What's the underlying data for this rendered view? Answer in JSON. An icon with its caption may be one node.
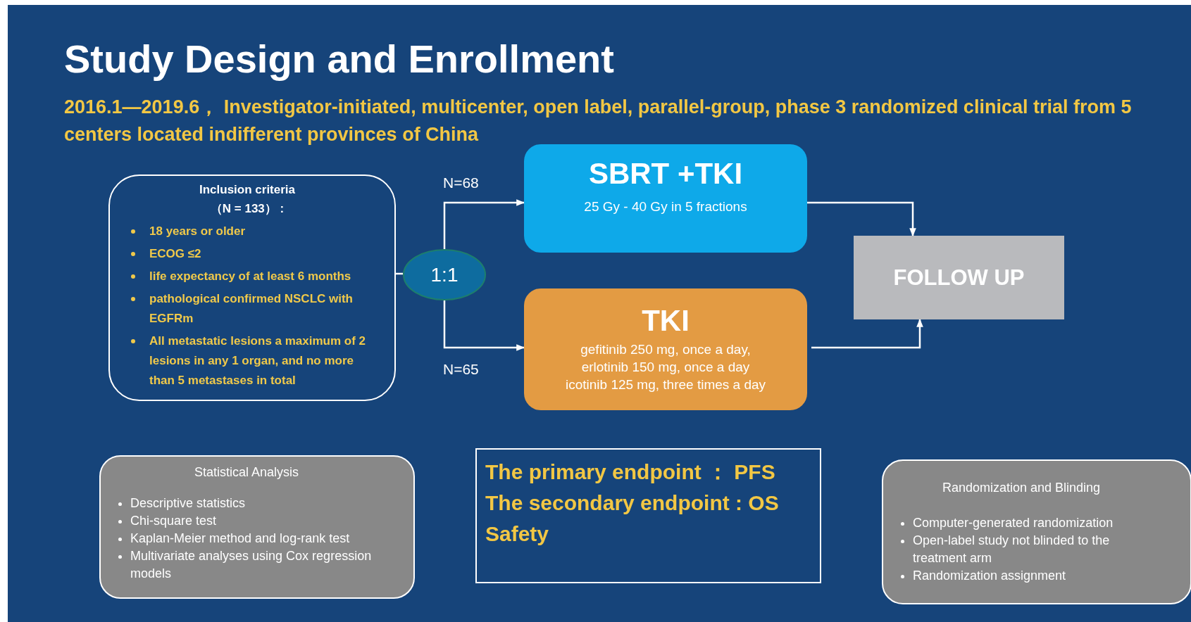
{
  "diagram": {
    "title": "Study Design and Enrollment",
    "caption": "2016.1—2019.6，  Investigator-initiated, multicenter, open label, parallel-group, phase 3 randomized clinical trial from 5 centers located indifferent provinces of China",
    "nodes": [
      {
        "text": [
          "Inclusion criteria",
          "（N = 133）  :",
          "18 years or older",
          "ECOG ≤2",
          "life expectancy of at least 6 months",
          "pathological confirmed NSCLC with EGFRm",
          "All metastatic lesions  a maximum of 2 lesions in any 1 organ, and no more than 5 metastases in total"
        ]
      },
      {
        "text": [
          "1:1"
        ]
      },
      {
        "text": [
          "SBRT +TKI",
          "25 Gy - 40 Gy in 5 fractions"
        ]
      },
      {
        "text": [
          "TKI",
          "gefitinib 250 mg, once a day,",
          "erlotinib 150 mg, once a day",
          "icotinib 125 mg, three times a day"
        ]
      },
      {
        "text": [
          "FOLLOW UP"
        ]
      },
      {
        "text": [
          "Statistical Analysis",
          "Descriptive statistics",
          "Chi-square test",
          "Kaplan-Meier method and log-rank test",
          "Multivariate analyses using Cox regression models"
        ]
      },
      {
        "text": [
          "The primary endpoint  ：  PFS",
          "The secondary endpoint : OS",
          "Safety"
        ]
      },
      {
        "text": [
          "Randomization and Blinding",
          "Computer-generated randomization",
          "Open-label study  not blinded to the treatment arm",
          "Randomization assignment"
        ]
      }
    ],
    "edges": [
      {
        "from": 0,
        "to": 1,
        "arrow": "none"
      },
      {
        "from": 1,
        "to": 2,
        "arrow": "to",
        "label": "N=68"
      },
      {
        "from": 1,
        "to": 3,
        "arrow": "to",
        "label": "N=65"
      },
      {
        "from": 2,
        "to": 4,
        "arrow": "to"
      },
      {
        "from": 3,
        "to": 4,
        "arrow": "to"
      }
    ]
  }
}
